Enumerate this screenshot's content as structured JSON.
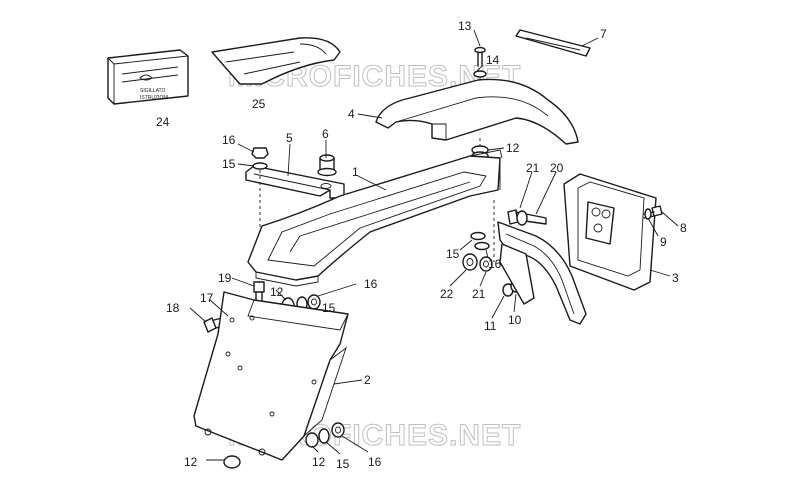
{
  "watermark": "MICROFICHES.NET",
  "kit_label_lines": [
    "SIGILLATO",
    "ISTRUZIONI"
  ],
  "callouts": {
    "c1": "1",
    "c2": "2",
    "c3": "3",
    "c4": "4",
    "c5": "5",
    "c6": "6",
    "c7": "7",
    "c8": "8",
    "c9": "9",
    "c10": "10",
    "c11": "11",
    "c12a": "12",
    "c12b": "12",
    "c12c": "12",
    "c12d": "12",
    "c13": "13",
    "c14": "14",
    "c15a": "15",
    "c15b": "15",
    "c15c": "15",
    "c15d": "15",
    "c16a": "16",
    "c16b": "16",
    "c16c": "16",
    "c16d": "16",
    "c17": "17",
    "c18": "18",
    "c19": "19",
    "c20": "20",
    "c21a": "21",
    "c21b": "21",
    "c22": "22",
    "c24": "24",
    "c25": "25"
  },
  "colors": {
    "line": "#1a1a1a",
    "watermark": "#bfbfbf",
    "background": "#ffffff"
  }
}
